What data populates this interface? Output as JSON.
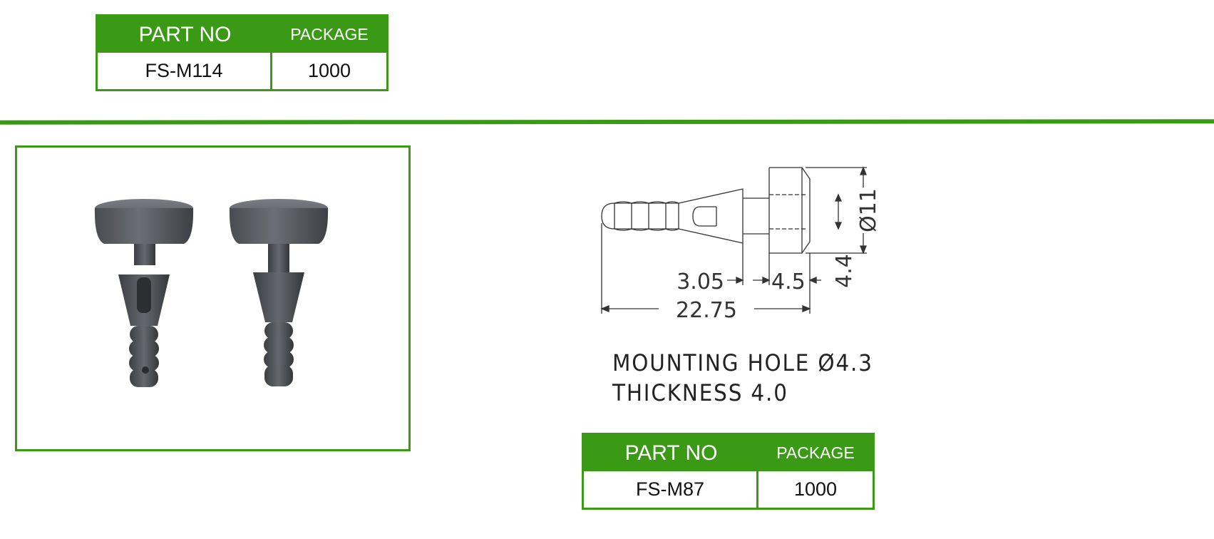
{
  "tables": {
    "top": {
      "header_part": "PART NO",
      "header_package": "PACKAGE",
      "part_no": "FS-M114",
      "package": "1000"
    },
    "bottom": {
      "header_part": "PART NO",
      "header_package": "PACKAGE",
      "part_no": "FS-M87",
      "package": "1000"
    }
  },
  "drawing": {
    "dim_diameter": "Ø11",
    "dim_a": "3.05",
    "dim_b": "4.5",
    "dim_c": "4.4",
    "dim_length": "22.75"
  },
  "notes": {
    "mounting_hole": "MOUNTING HOLE Ø4.3",
    "thickness": "THICKNESS 4.0"
  },
  "colors": {
    "accent": "#3a9a16",
    "part": "#5a5d63"
  }
}
